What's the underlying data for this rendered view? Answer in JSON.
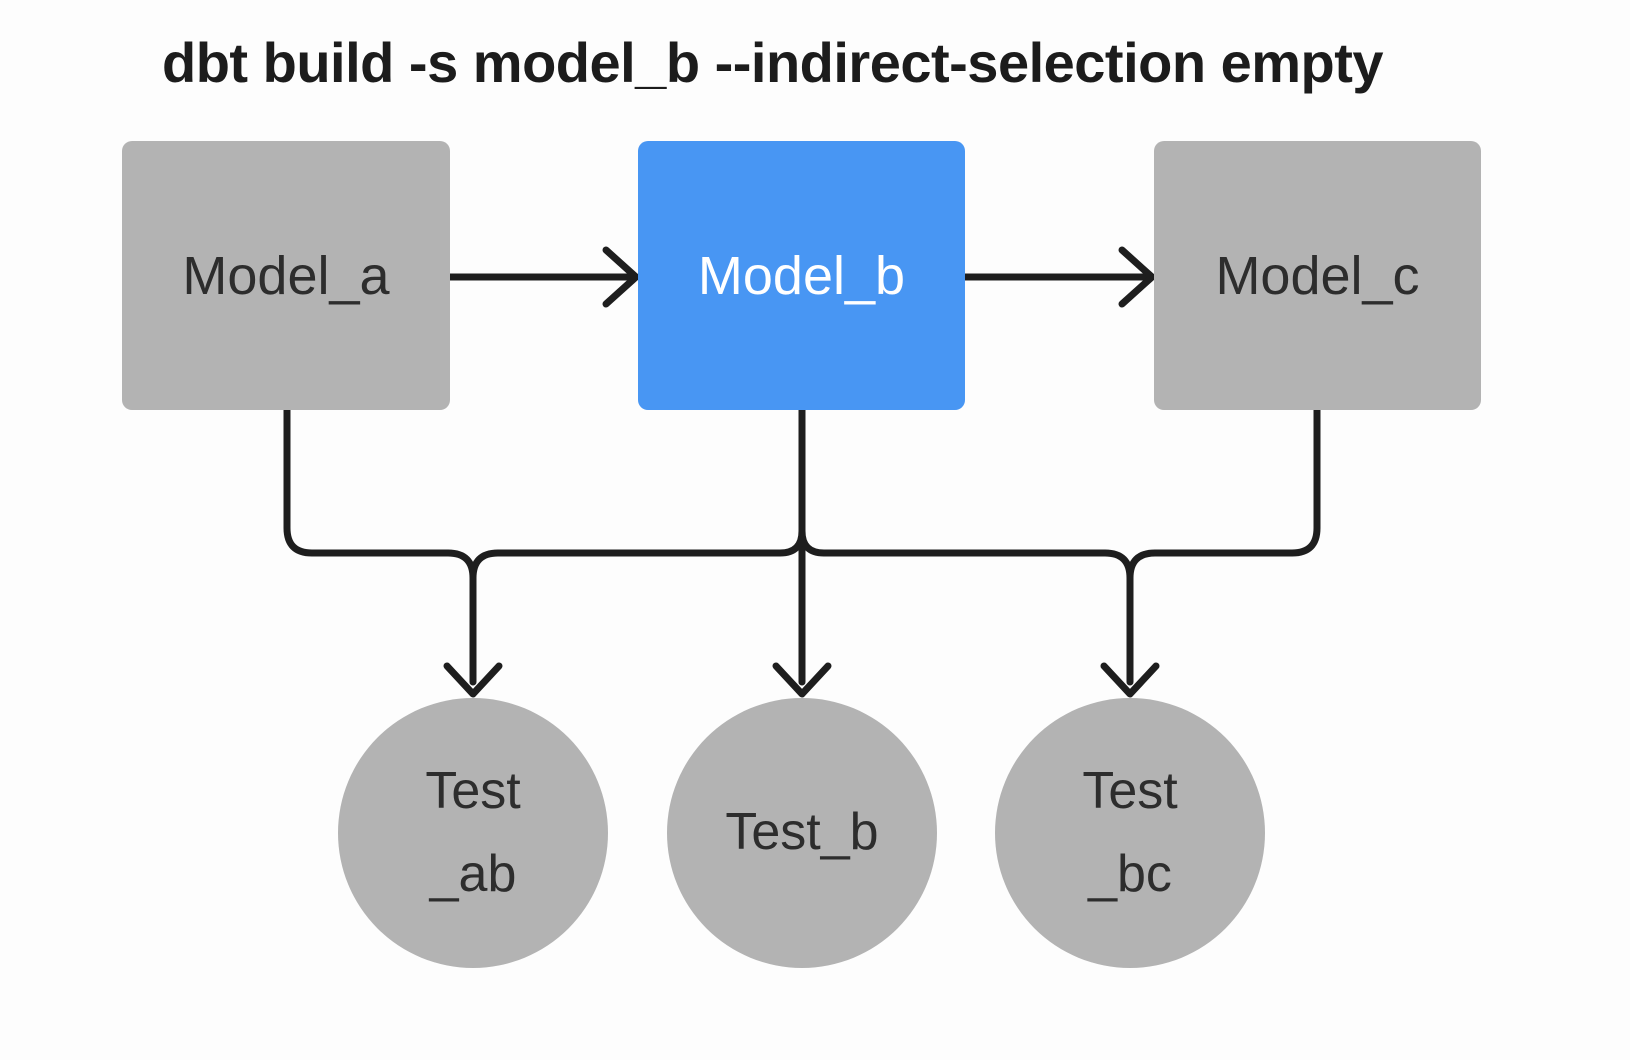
{
  "title": "dbt build -s model_b --indirect-selection empty",
  "colors": {
    "background": "#fdfdfd",
    "node_gray": "#b3b3b3",
    "node_selected_blue": "#4896f3",
    "connector": "#1e1e1e",
    "title_text": "#1c1c1c",
    "text_dark": "#2d2d2d",
    "text_light": "#ffffff"
  },
  "models": [
    {
      "id": "model_a",
      "label": "Model_a",
      "selected": false
    },
    {
      "id": "model_b",
      "label": "Model_b",
      "selected": true
    },
    {
      "id": "model_c",
      "label": "Model_c",
      "selected": false
    }
  ],
  "tests": [
    {
      "id": "test_ab",
      "line1": "Test",
      "line2": "_ab"
    },
    {
      "id": "test_b",
      "line1": "Test_b",
      "line2": ""
    },
    {
      "id": "test_bc",
      "line1": "Test",
      "line2": "_bc"
    }
  ],
  "edges": [
    {
      "from": "model_a",
      "to": "model_b"
    },
    {
      "from": "model_b",
      "to": "model_c"
    },
    {
      "from": "model_a",
      "to": "test_ab"
    },
    {
      "from": "model_b",
      "to": "test_ab"
    },
    {
      "from": "model_b",
      "to": "test_b"
    },
    {
      "from": "model_b",
      "to": "test_bc"
    },
    {
      "from": "model_c",
      "to": "test_bc"
    }
  ]
}
